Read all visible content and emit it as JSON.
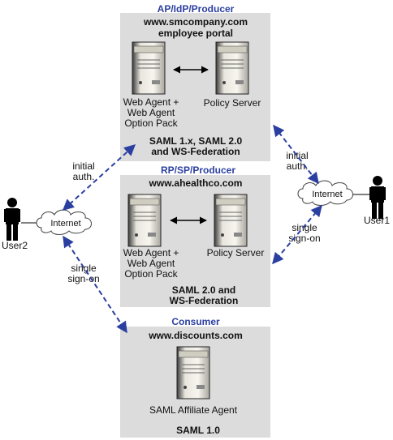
{
  "producer1": {
    "role": "AP/IdP/Producer",
    "host": "www.smcompany.com",
    "portal": "employee portal",
    "agent_lines": [
      "Web Agent +",
      "Web Agent",
      "Option Pack"
    ],
    "policy_server": "Policy Server",
    "protocols": [
      "SAML 1.x, SAML 2.0",
      "and WS-Federation"
    ]
  },
  "producer2": {
    "role": "RP/SP/Producer",
    "host": "www.ahealthco.com",
    "agent_lines": [
      "Web Agent +",
      "Web Agent",
      "Option Pack"
    ],
    "policy_server": "Policy Server",
    "protocols": [
      "SAML 2.0 and",
      "WS-Federation"
    ]
  },
  "consumer": {
    "role": "Consumer",
    "host": "www.discounts.com",
    "agent": "SAML Affiliate Agent",
    "protocol": "SAML 1.0"
  },
  "left": {
    "internet": "Internet",
    "user": "User2",
    "initial_auth": [
      "initial",
      "auth."
    ],
    "sso": [
      "single",
      "sign-on"
    ]
  },
  "right": {
    "internet": "Internet",
    "user": "User1",
    "initial_auth": [
      "initial",
      "auth."
    ],
    "sso": [
      "single",
      "sign-on"
    ]
  },
  "colors": {
    "panel": "#dcdcdc",
    "role_text": "#2b3fa0",
    "arrow": "#2b3fa0"
  }
}
